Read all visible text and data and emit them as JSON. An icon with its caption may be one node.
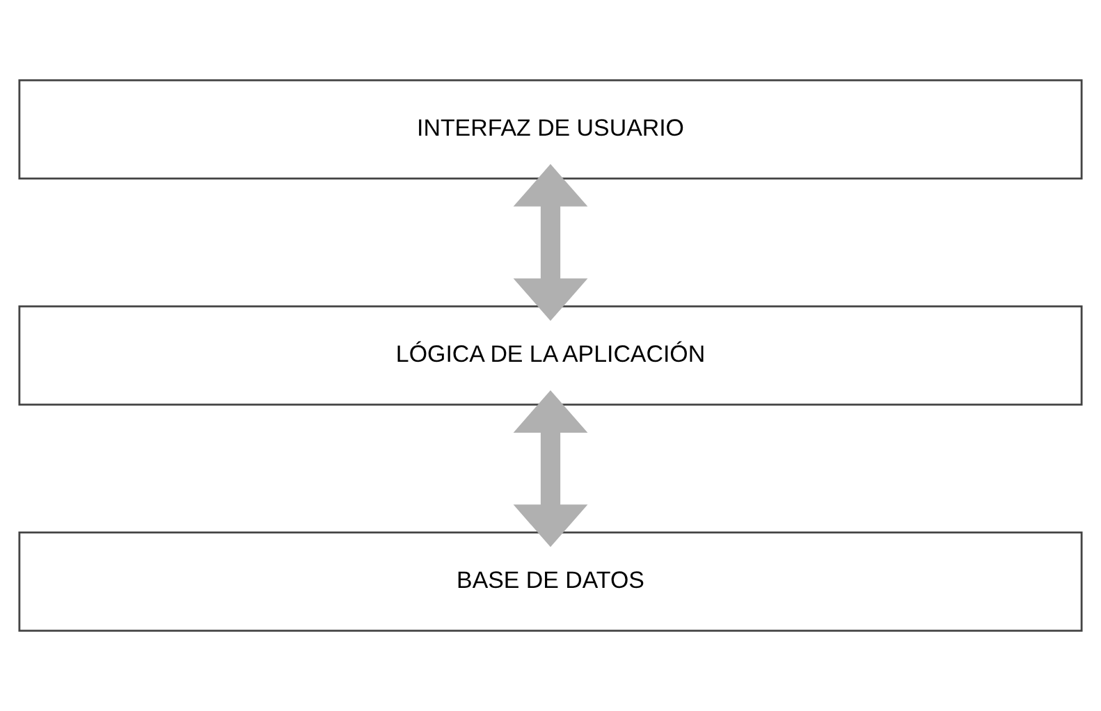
{
  "diagram": {
    "nodes": [
      {
        "text": [
          "INTERFAZ DE USUARIO"
        ]
      },
      {
        "text": [
          "LÓGICA DE LA APLICACIÓN"
        ]
      },
      {
        "text": [
          "BASE DE DATOS"
        ]
      }
    ],
    "edges": [
      {
        "from": 0,
        "to": 1,
        "arrow": "both"
      },
      {
        "from": 1,
        "to": 2,
        "arrow": "both"
      }
    ]
  }
}
